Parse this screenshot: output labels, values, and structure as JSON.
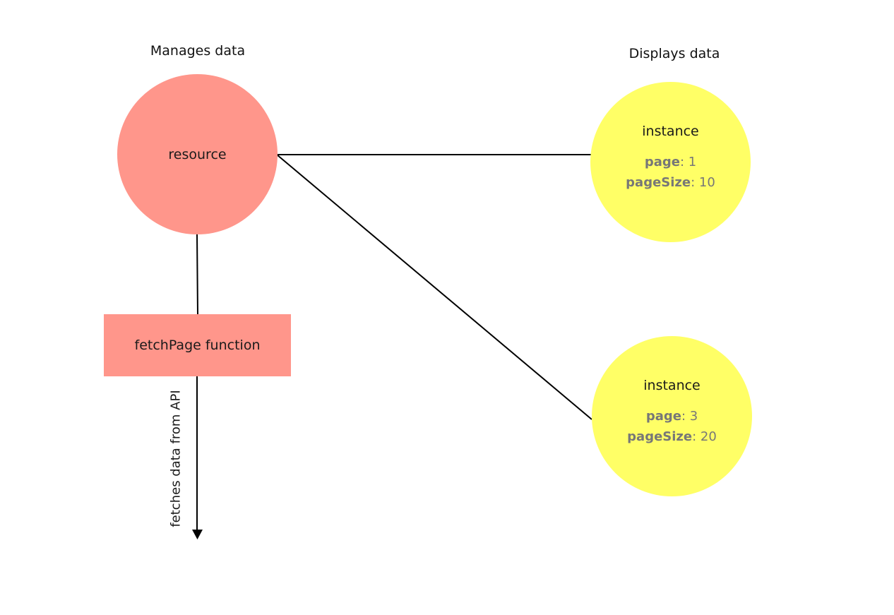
{
  "headings": {
    "manages": "Manages data",
    "displays": "Displays data"
  },
  "resource": {
    "label": "resource",
    "color": "#ff968b"
  },
  "fetch": {
    "label": "fetchPage function",
    "color": "#ff968b",
    "edge_label": "fetches data from API"
  },
  "instances": [
    {
      "label": "instance",
      "page_key": "page",
      "page_value": ": 1",
      "size_key": "pageSize",
      "size_value": ": 10",
      "color": "#ffff66"
    },
    {
      "label": "instance",
      "page_key": "page",
      "page_value": ": 3",
      "size_key": "pageSize",
      "size_value": ": 20",
      "color": "#ffff66"
    }
  ]
}
